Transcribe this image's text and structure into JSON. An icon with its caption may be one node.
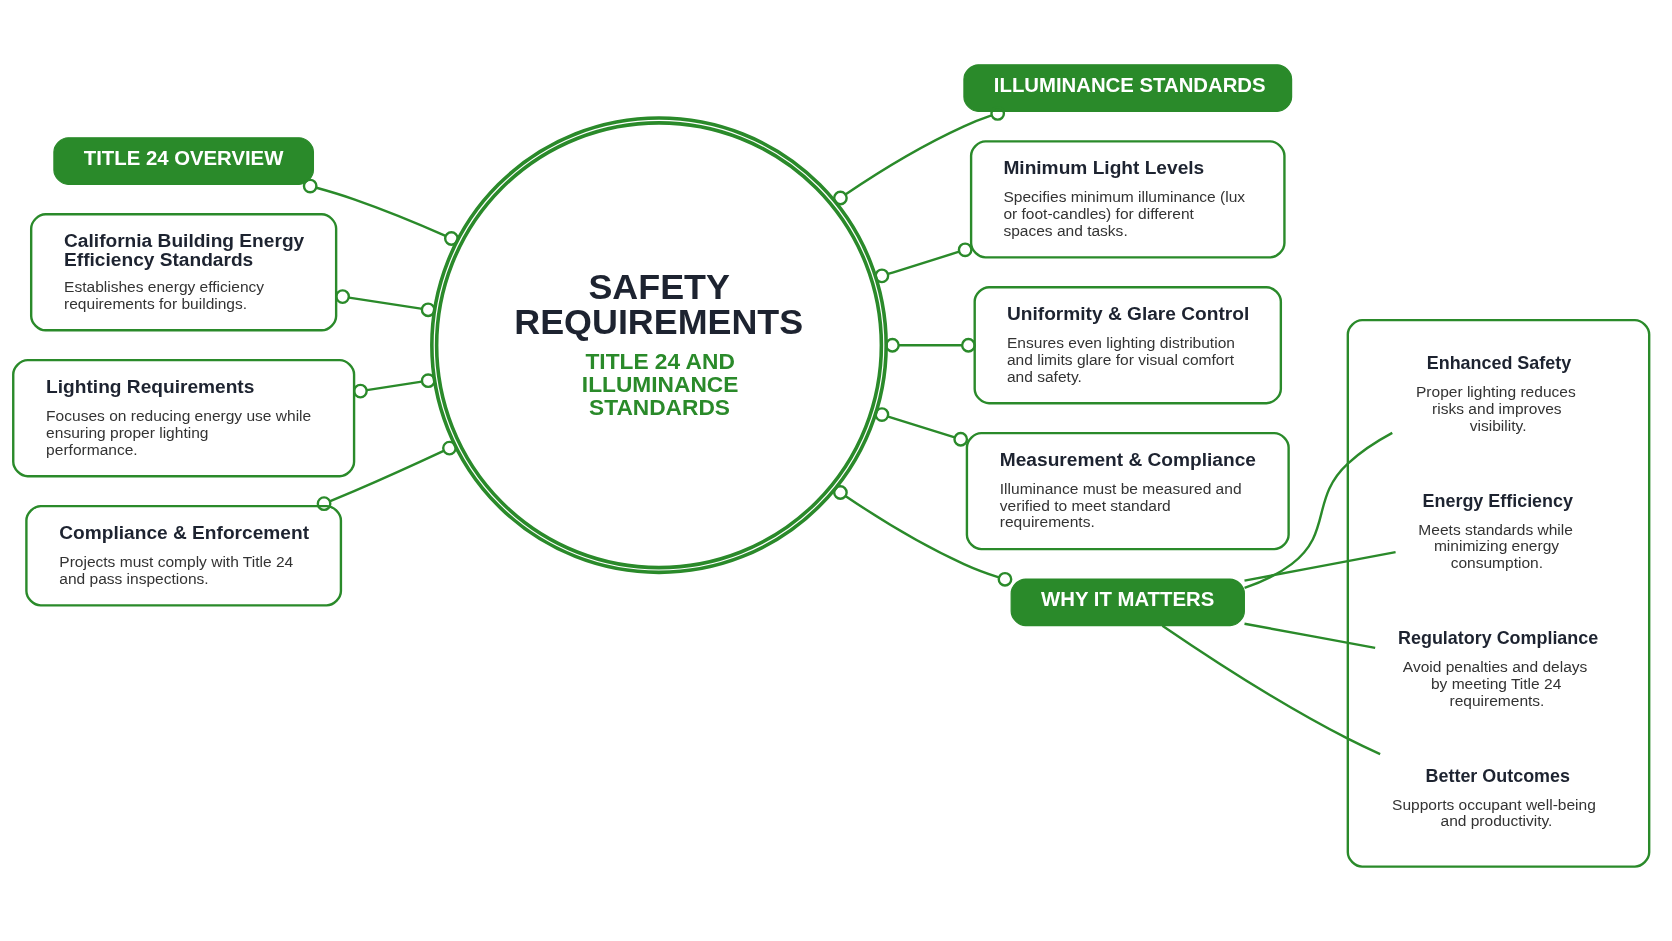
{
  "diagram": {
    "nodes": [
      {
        "text": [
          "SAFETY REQUIREMENTS",
          "TITLE 24 AND ILLUMINANCE STANDARDS"
        ]
      },
      {
        "text": [
          "TITLE 24 OVERVIEW"
        ]
      },
      {
        "text": [
          "California Building Energy Efficiency Standards",
          "Establishes energy efficiency requirements for buildings."
        ]
      },
      {
        "text": [
          "Lighting Requirements",
          "Focuses on reducing energy use while ensuring proper lighting performance."
        ]
      },
      {
        "text": [
          "Compliance & Enforcement",
          "Projects must comply with Title 24 and pass inspections."
        ]
      },
      {
        "text": [
          "ILLUMINANCE STANDARDS"
        ]
      },
      {
        "text": [
          "Minimum Light Levels",
          "Specifies minimum illuminance (lux or foot-candles) for different spaces and tasks."
        ]
      },
      {
        "text": [
          "Uniformity & Glare Control",
          "Ensures even lighting distribution and limits glare for visual comfort and safety."
        ]
      },
      {
        "text": [
          "Measurement & Compliance",
          "Illuminance must be measured and verified to meet standard requirements."
        ]
      },
      {
        "text": [
          "WHY IT MATTERS"
        ]
      },
      {
        "text": [],
        "shape": "box"
      },
      {
        "text": [
          "Enhanced Safety",
          "Proper lighting reduces risks and improves visibility."
        ],
        "in": 10
      },
      {
        "text": [
          "Energy Efficiency",
          "Meets standards while minimizing energy consumption."
        ],
        "in": 10
      },
      {
        "text": [
          "Regulatory Compliance",
          "Avoid penalties and delays by meeting Title 24 requirements."
        ],
        "in": 10
      },
      {
        "text": [
          "Better Outcomes",
          "Supports occupant well-being and productivity."
        ],
        "in": 10
      }
    ],
    "edges": [
      {
        "from": 1,
        "to": 0,
        "arrow": "other"
      },
      {
        "from": 2,
        "to": 0,
        "arrow": "other"
      },
      {
        "from": 3,
        "to": 0,
        "arrow": "other"
      },
      {
        "from": 4,
        "to": 0,
        "arrow": "other"
      },
      {
        "from": 0,
        "to": 5,
        "arrow": "other"
      },
      {
        "from": 0,
        "to": 6,
        "arrow": "other"
      },
      {
        "from": 0,
        "to": 7,
        "arrow": "other"
      },
      {
        "from": 0,
        "to": 8,
        "arrow": "other"
      },
      {
        "from": 0,
        "to": 9,
        "arrow": "other"
      },
      {
        "from": 9,
        "to": 11,
        "arrow": "none"
      },
      {
        "from": 9,
        "to": 12,
        "arrow": "none"
      },
      {
        "from": 9,
        "to": 13,
        "arrow": "none"
      },
      {
        "from": 9,
        "to": 14,
        "arrow": "none"
      }
    ]
  }
}
